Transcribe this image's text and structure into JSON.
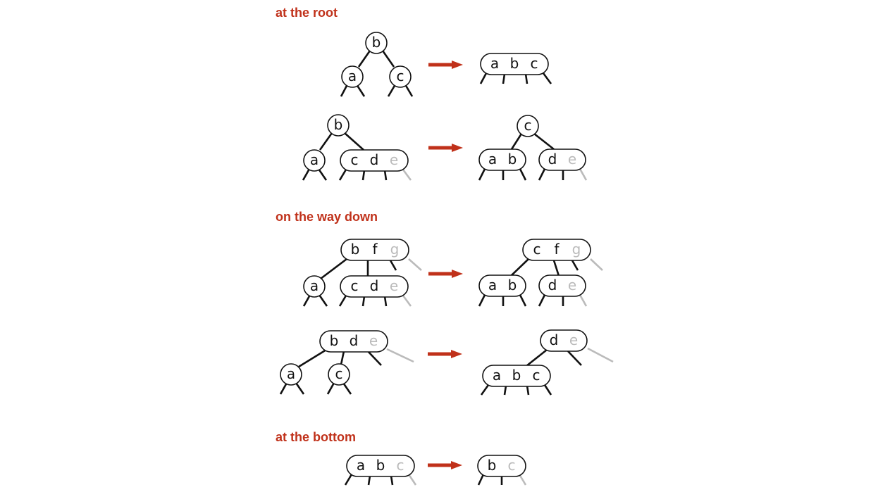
{
  "sections": {
    "root": {
      "title": "at the root"
    },
    "down": {
      "title": "on the way down"
    },
    "bottom": {
      "title": "at the bottom"
    }
  },
  "nodes": {
    "r1_b": [
      "b"
    ],
    "r1_a": [
      "a"
    ],
    "r1_c": [
      "c"
    ],
    "r1_abc": [
      "a",
      "b",
      "c"
    ],
    "r2_b": [
      "b"
    ],
    "r2_a": [
      "a"
    ],
    "r2_cde": [
      "c",
      "d",
      "e"
    ],
    "r2r_c": [
      "c"
    ],
    "r2r_ab": [
      "a",
      "b"
    ],
    "r2r_de": [
      "d",
      "e"
    ],
    "d1_bfg": [
      "b",
      "f",
      "g"
    ],
    "d1_a": [
      "a"
    ],
    "d1_cde": [
      "c",
      "d",
      "e"
    ],
    "d1r_cfg": [
      "c",
      "f",
      "g"
    ],
    "d1r_ab": [
      "a",
      "b"
    ],
    "d1r_de": [
      "d",
      "e"
    ],
    "d2_bde": [
      "b",
      "d",
      "e"
    ],
    "d2_a": [
      "a"
    ],
    "d2_c": [
      "c"
    ],
    "d2r_de": [
      "d",
      "e"
    ],
    "d2r_abc": [
      "a",
      "b",
      "c"
    ],
    "b1_abc": [
      "a",
      "b",
      "c"
    ],
    "b1r_bc": [
      "b",
      "c"
    ]
  },
  "colors": {
    "accent": "#c0311a",
    "ink": "#111111",
    "faded": "#bbbbbb"
  }
}
